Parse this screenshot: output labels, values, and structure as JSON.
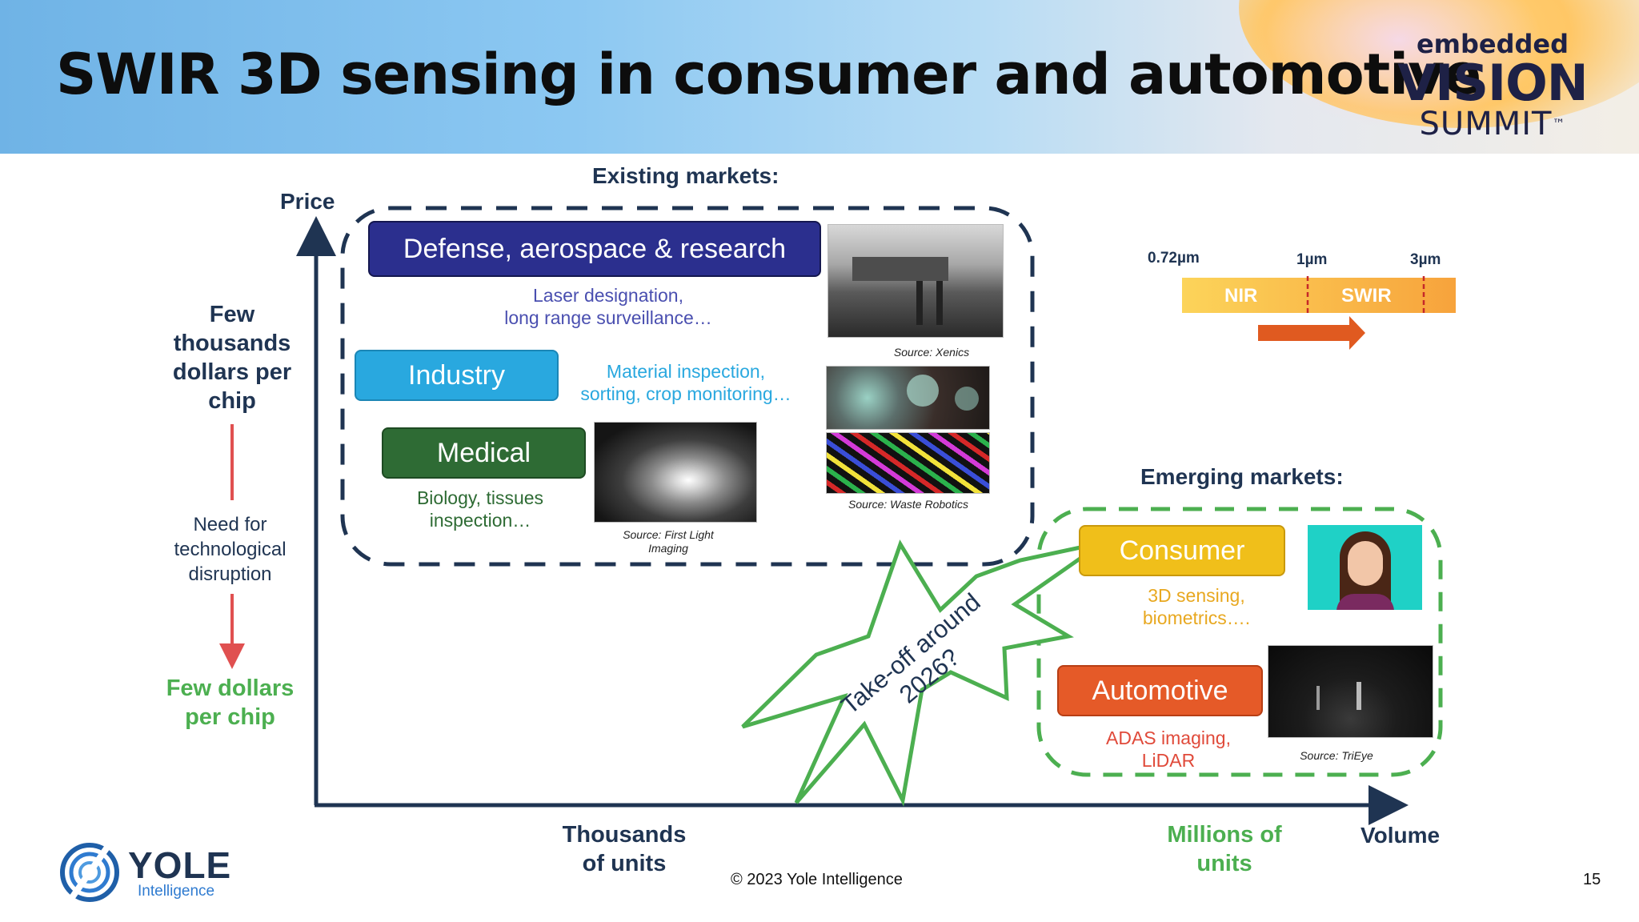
{
  "slide": {
    "title": "SWIR 3D sensing in consumer and automotive",
    "copyright": "© 2023 Yole Intelligence",
    "page_number": "15"
  },
  "logos": {
    "evs_line1": "embedded",
    "evs_line2": "VISION",
    "evs_line3": "SUMMIT",
    "evs_tm": "™",
    "yole_name": "YOLE",
    "yole_sub": "Intelligence"
  },
  "axes": {
    "y_label": "Price",
    "x_label": "Volume",
    "high_price": "Few thousands dollars per chip",
    "middle_note": "Need for technological disruption",
    "low_price": "Few dollars per chip",
    "low_volume": "Thousands of units",
    "high_volume": "Millions of units"
  },
  "existing": {
    "heading": "Existing markets:",
    "defense": {
      "label": "Defense, aerospace & research",
      "desc_line1": "Laser designation,",
      "desc_line2": "long range surveillance…"
    },
    "industry": {
      "label": "Industry",
      "desc_line1": "Material inspection,",
      "desc_line2": "sorting, crop monitoring…"
    },
    "medical": {
      "label": "Medical",
      "desc_line1": "Biology, tissues",
      "desc_line2": "inspection…"
    },
    "sources": {
      "xenics": "Source: Xenics",
      "waste": "Source: Waste Robotics",
      "first_light_line1": "Source: First Light",
      "first_light_line2": "Imaging"
    }
  },
  "emerging": {
    "heading": "Emerging markets:",
    "consumer": {
      "label": "Consumer",
      "desc_line1": "3D sensing,",
      "desc_line2": "biometrics…."
    },
    "automotive": {
      "label": "Automotive",
      "desc_line1": "ADAS imaging,",
      "desc_line2": "LiDAR"
    },
    "source_trieye": "Source: TriEye"
  },
  "spectrum": {
    "tick_072": "0.72µm",
    "tick_1": "1µm",
    "tick_3": "3µm",
    "nir": "NIR",
    "swir": "SWIR"
  },
  "burst": {
    "line1": "Take-off around",
    "line2": "2026?"
  },
  "colors": {
    "navy": "#1f3452",
    "defense": "#2b2f8e",
    "industry": "#29a8df",
    "medical": "#2e6b34",
    "consumer": "#f0bf1a",
    "automotive": "#e55a28",
    "green": "#4caf50",
    "red_arrow": "#e05050"
  }
}
